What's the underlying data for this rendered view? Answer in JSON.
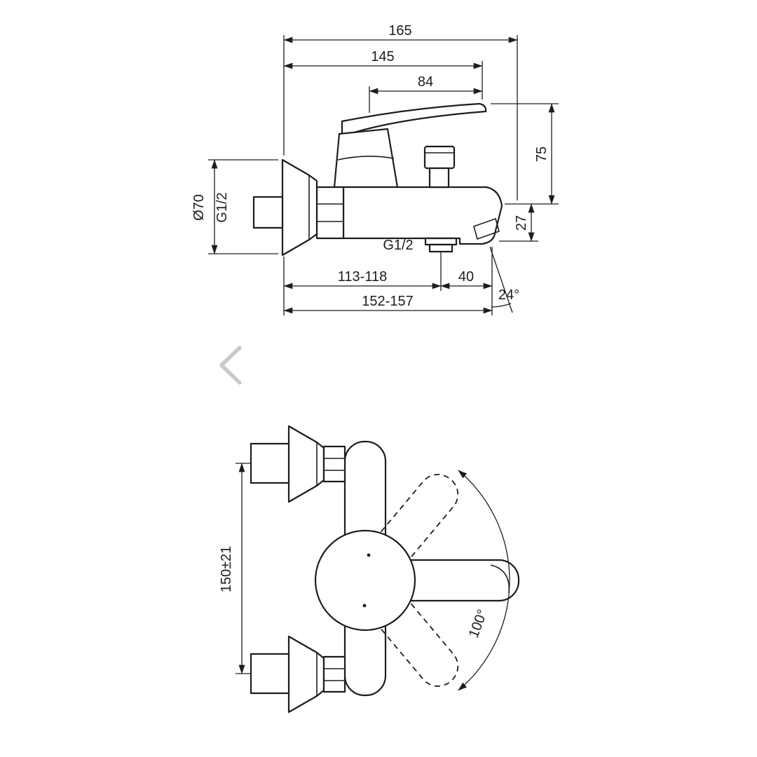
{
  "colors": {
    "background": "#ffffff",
    "line": "#1d1d1d",
    "nav_chevron": "#c9c9c9"
  },
  "side_view": {
    "dims": {
      "overall_depth": "165",
      "body_depth": "145",
      "handle_length": "84",
      "handle_height": "75",
      "spout_drop": "27",
      "flange_diameter": "Ø70",
      "inlet_thread": "G1/2",
      "shower_outlet_thread": "G1/2",
      "wall_to_shower_outlet": "113-118",
      "shower_outlet_to_spout_tip": "40",
      "wall_to_spout_tip": "152-157",
      "spout_face_angle": "24°"
    }
  },
  "plan_view": {
    "dims": {
      "inlet_centres": "150±21",
      "handle_swing": "100°"
    }
  },
  "nav": {
    "prev_icon": "chevron-left"
  }
}
